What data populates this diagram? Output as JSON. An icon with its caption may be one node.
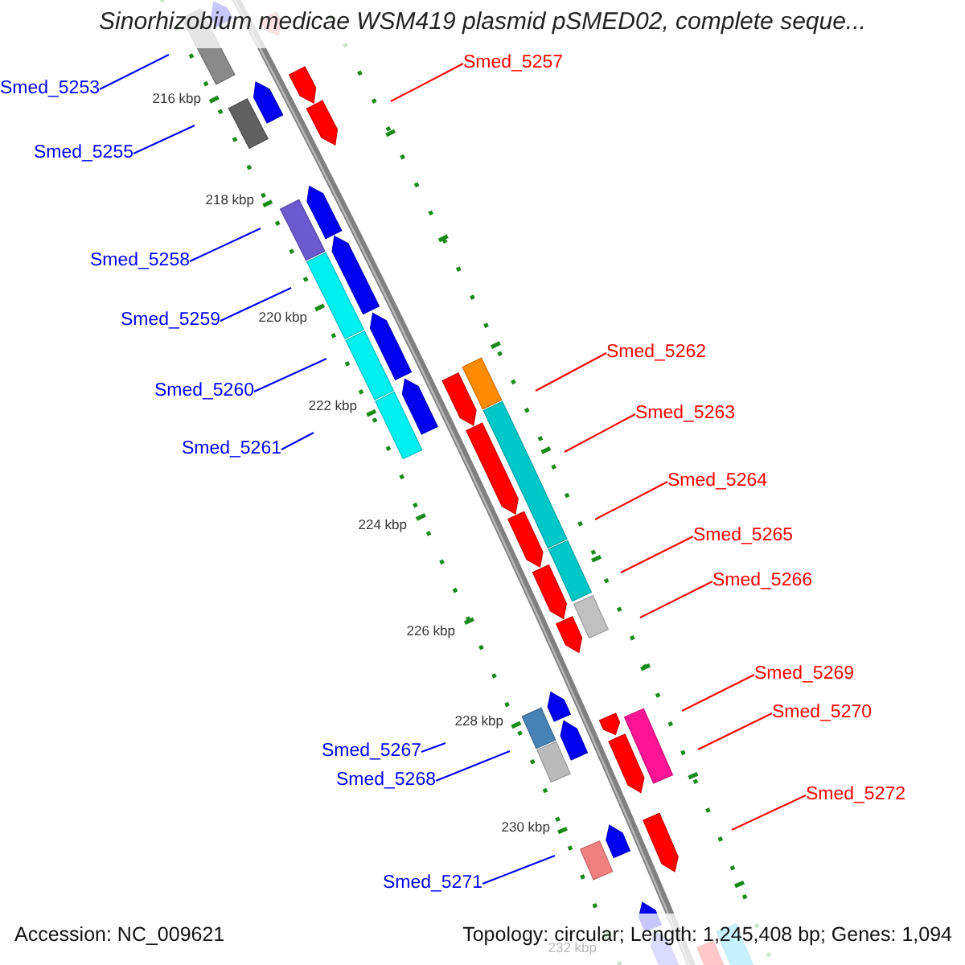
{
  "diagram": {
    "title": "Sinorhizobium medicae WSM419 plasmid pSMED02, complete seque...",
    "nodes": [
      {
        "text": [
          "Smed_5257"
        ]
      },
      {
        "text": [
          "Smed_5253"
        ]
      },
      {
        "text": [
          "Smed_5255"
        ]
      },
      {
        "text": [
          "Smed_5258"
        ]
      },
      {
        "text": [
          "Smed_5259"
        ]
      },
      {
        "text": [
          "Smed_5262"
        ]
      },
      {
        "text": [
          "Smed_5260"
        ]
      },
      {
        "text": [
          "Smed_5263"
        ]
      },
      {
        "text": [
          "Smed_5261"
        ]
      },
      {
        "text": [
          "Smed_5264"
        ]
      },
      {
        "text": [
          "Smed_5265"
        ]
      },
      {
        "text": [
          "Smed_5266"
        ]
      },
      {
        "text": [
          "Smed_5269"
        ]
      },
      {
        "text": [
          "Smed_5270"
        ]
      },
      {
        "text": [
          "Smed_5267"
        ]
      },
      {
        "text": [
          "Smed_5268"
        ]
      },
      {
        "text": [
          "Smed_5272"
        ]
      },
      {
        "text": [
          "Smed_5271"
        ]
      }
    ],
    "edges": [
      {
        "from": 0,
        "to": null,
        "arrow": "none",
        "color": "#ff0000"
      },
      {
        "from": 1,
        "to": null,
        "arrow": "none",
        "color": "#0000ff"
      },
      {
        "from": 2,
        "to": null,
        "arrow": "none",
        "color": "#0000ff"
      },
      {
        "from": 3,
        "to": null,
        "arrow": "none",
        "color": "#0000ff"
      },
      {
        "from": 4,
        "to": null,
        "arrow": "none",
        "color": "#0000ff"
      },
      {
        "from": 5,
        "to": null,
        "arrow": "none",
        "color": "#ff0000"
      },
      {
        "from": 6,
        "to": null,
        "arrow": "none",
        "color": "#0000ff"
      },
      {
        "from": 7,
        "to": null,
        "arrow": "none",
        "color": "#ff0000"
      },
      {
        "from": 8,
        "to": null,
        "arrow": "none",
        "color": "#0000ff"
      },
      {
        "from": 9,
        "to": null,
        "arrow": "none",
        "color": "#ff0000"
      },
      {
        "from": 10,
        "to": null,
        "arrow": "none",
        "color": "#ff0000"
      },
      {
        "from": 11,
        "to": null,
        "arrow": "none",
        "color": "#ff0000"
      },
      {
        "from": 12,
        "to": null,
        "arrow": "none",
        "color": "#ff0000"
      },
      {
        "from": 13,
        "to": null,
        "arrow": "none",
        "color": "#ff0000"
      },
      {
        "from": 14,
        "to": null,
        "arrow": "none",
        "color": "#0000ff"
      },
      {
        "from": 15,
        "to": null,
        "arrow": "none",
        "color": "#0000ff"
      },
      {
        "from": 16,
        "to": null,
        "arrow": "none",
        "color": "#ff0000"
      },
      {
        "from": 17,
        "to": null,
        "arrow": "none",
        "color": "#0000ff"
      }
    ],
    "labels": [
      "216 kbp",
      "218 kbp",
      "220 kbp",
      "222 kbp",
      "224 kbp",
      "226 kbp",
      "228 kbp",
      "230 kbp",
      "232 kbp",
      "Accession: NC_009621",
      "Topology: circular; Length: 1,245,408 bp; Genes: 1,094"
    ]
  }
}
